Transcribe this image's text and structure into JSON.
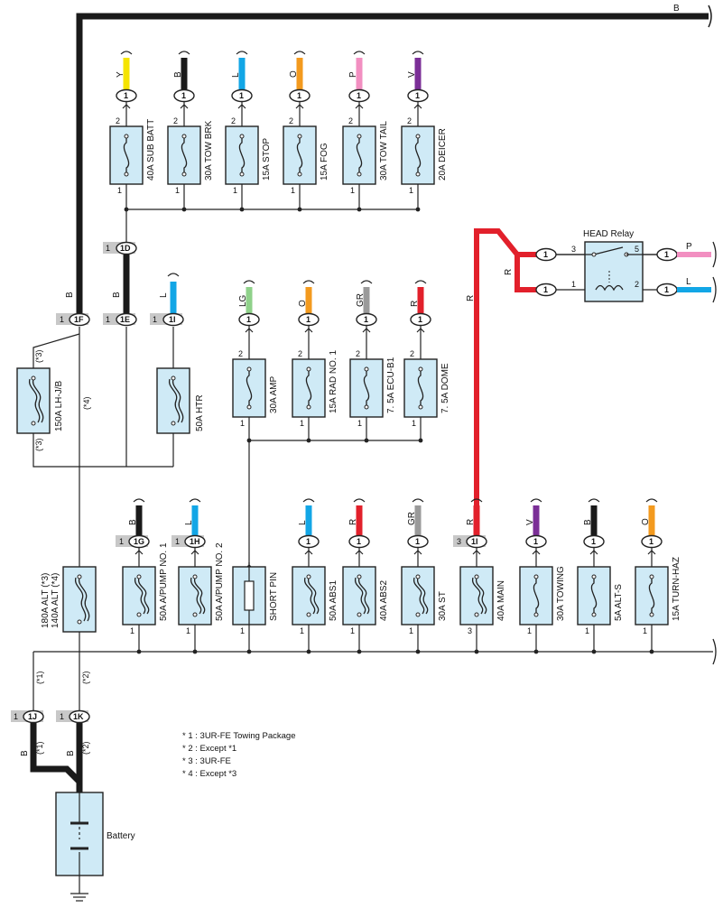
{
  "colors": {
    "B": "#1a1a1a",
    "Y": "#f5e400",
    "L": "#12a6e6",
    "O": "#f39a1e",
    "P": "#f28fc1",
    "V": "#7b2f97",
    "LG": "#8fd18a",
    "GR": "#9a9a9a",
    "R": "#e2202b",
    "fuse_fill": "#cfeaf6",
    "tag_fill": "#c8c8c8"
  },
  "main_bus_label": "B",
  "top_fuses": [
    {
      "name": "40A SUB BATT",
      "wire": "Y",
      "pin_top": "2",
      "pin_bottom": "1",
      "conn": "1"
    },
    {
      "name": "30A TOW BRK",
      "wire": "B",
      "pin_top": "2",
      "pin_bottom": "1",
      "conn": "1"
    },
    {
      "name": "15A STOP",
      "wire": "L",
      "pin_top": "2",
      "pin_bottom": "1",
      "conn": "1"
    },
    {
      "name": "15A FOG",
      "wire": "O",
      "pin_top": "2",
      "pin_bottom": "1",
      "conn": "1"
    },
    {
      "name": "30A TOW TAIL",
      "wire": "P",
      "pin_top": "2",
      "pin_bottom": "1",
      "conn": "1"
    },
    {
      "name": "20A DEICER",
      "wire": "V",
      "pin_top": "2",
      "pin_bottom": "1",
      "conn": "1"
    }
  ],
  "left_connectors": [
    {
      "pin": "1",
      "id": "1D",
      "wire": "B"
    },
    {
      "pin": "1",
      "id": "1F",
      "wire": "B"
    },
    {
      "pin": "1",
      "id": "1E",
      "wire": "B"
    },
    {
      "pin": "1",
      "id": "1I",
      "wire": "L"
    }
  ],
  "head_relay": {
    "title": "HEAD Relay",
    "pins": [
      "3",
      "5",
      "1",
      "2"
    ],
    "conn": "1",
    "out_wires": [
      "P",
      "L"
    ],
    "in_wires": [
      "R",
      "R",
      "R"
    ]
  },
  "mid_fuses": [
    {
      "name": "30A AMP",
      "wire": "LG",
      "pin_top": "2",
      "pin_bottom": "1",
      "conn": "1"
    },
    {
      "name": "15A RAD NO. 1",
      "wire": "O",
      "pin_top": "2",
      "pin_bottom": "1",
      "conn": "1"
    },
    {
      "name": "7. 5A ECU-B1",
      "wire": "GR",
      "pin_top": "2",
      "pin_bottom": "1",
      "conn": "1"
    },
    {
      "name": "7. 5A DOME",
      "wire": "R",
      "pin_top": "2",
      "pin_bottom": "1",
      "conn": "1"
    }
  ],
  "lh_jb": {
    "name": "150A LH-J/B",
    "note_top": "(*3)",
    "note_bottom": "(*3)"
  },
  "htr": {
    "name": "50A HTR"
  },
  "note_star4": "(*4)",
  "alt_fuse": {
    "line1": "180A ALT (*3)",
    "line2": "140A ALT (*4)"
  },
  "bottom_fuses": [
    {
      "name": "50A A/PUMP NO. 1",
      "wire": "B",
      "pin": "1",
      "conn": "1G",
      "tag": true,
      "kind": "fusible"
    },
    {
      "name": "50A A/PUMP NO. 2",
      "wire": "L",
      "pin": "1",
      "conn": "1H",
      "tag": true,
      "kind": "fusible"
    },
    {
      "name": "SHORT PIN",
      "wire": "",
      "pin": "1",
      "conn": "",
      "tag": false,
      "kind": "short"
    },
    {
      "name": "50A ABS1",
      "wire": "L",
      "pin": "1",
      "conn": "1",
      "tag": false,
      "kind": "fusible"
    },
    {
      "name": "40A ABS2",
      "wire": "R",
      "pin": "1",
      "conn": "1",
      "tag": false,
      "kind": "fusible"
    },
    {
      "name": "30A ST",
      "wire": "GR",
      "pin": "1",
      "conn": "1",
      "tag": false,
      "kind": "fusible"
    },
    {
      "name": "40A MAIN",
      "wire": "R",
      "pin": "3",
      "conn": "1I",
      "tag": true,
      "kind": "fusible"
    },
    {
      "name": "30A TOWING",
      "wire": "V",
      "pin": "1",
      "conn": "1",
      "tag": false,
      "kind": "fuse"
    },
    {
      "name": "5A ALT-S",
      "wire": "B",
      "pin": "1",
      "conn": "1",
      "tag": false,
      "kind": "fuse"
    },
    {
      "name": "15A TURN-HAZ",
      "wire": "O",
      "pin": "1",
      "conn": "1",
      "tag": false,
      "kind": "fuse"
    }
  ],
  "battery_connectors": [
    {
      "pin": "1",
      "id": "1J",
      "wire": "B",
      "note": "(*1)"
    },
    {
      "pin": "1",
      "id": "1K",
      "wire": "B",
      "note": "(*2)"
    }
  ],
  "battery_label": "Battery",
  "notes": [
    "* 1 : 3UR-FE Towing Package",
    "* 2 : Except *1",
    "* 3 : 3UR-FE",
    "* 4 : Except *3"
  ]
}
